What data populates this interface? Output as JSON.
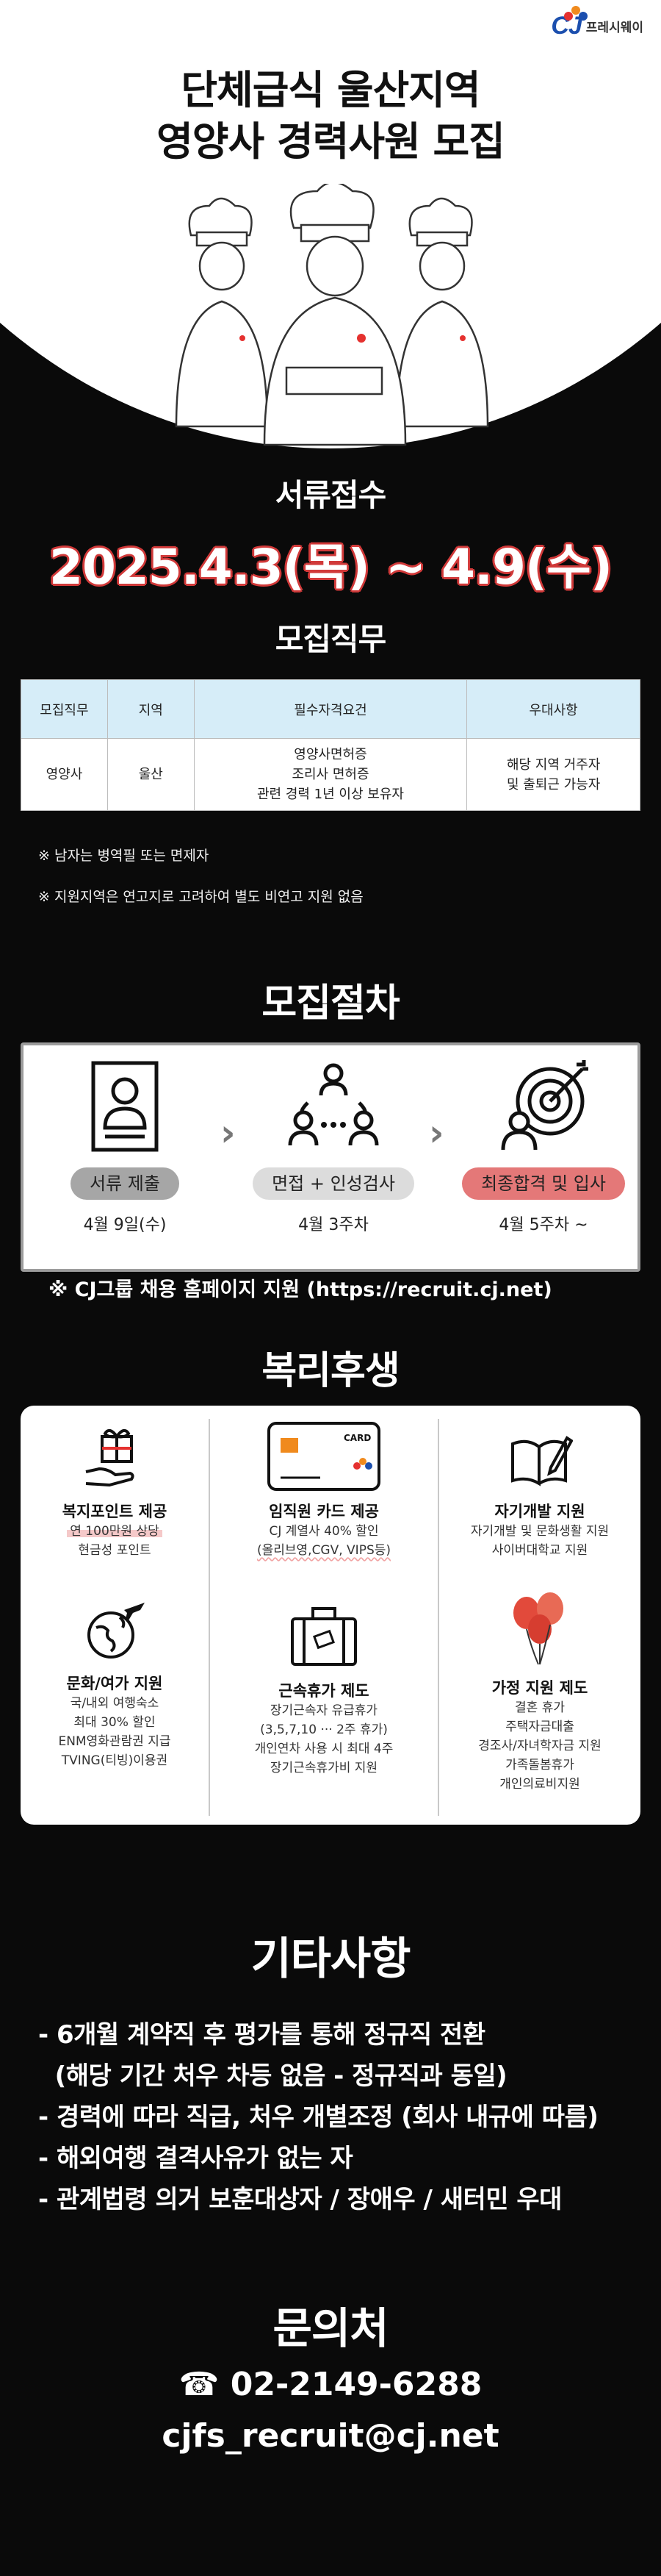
{
  "brand": {
    "logo_text": "CJ",
    "name": "프레시웨이"
  },
  "hero": {
    "title_line1": "단체급식 울산지역",
    "title_line2": "영양사 경력사원 모집"
  },
  "application": {
    "title": "서류접수",
    "period": "2025.4.3(목) ~ 4.9(수)"
  },
  "jobs": {
    "title": "모집직무",
    "headers": [
      "모집직무",
      "지역",
      "필수자격요건",
      "우대사항"
    ],
    "row": {
      "role": "영양사",
      "region": "울산",
      "requirements": [
        "영양사면허증",
        "조리사 면허증",
        "관련 경력 1년 이상 보유자"
      ],
      "preferences": [
        "해당 지역 거주자",
        "및 출퇴근 가능자"
      ]
    },
    "notes": [
      "※ 남자는 병역필 또는 면제자",
      "※ 지원지역은 연고지로 고려하여 별도 비연고 지원 없음"
    ]
  },
  "process": {
    "title": "모집절차",
    "steps": [
      {
        "label": "서류 제출",
        "date": "4월 9일(수)"
      },
      {
        "label": "면접 + 인성검사",
        "date": "4월  3주차"
      },
      {
        "label": "최종합격 및 입사",
        "date": "4월 5주차 ~"
      }
    ],
    "note": "※ CJ그룹 채용 홈페이지 지원 (https://recruit.cj.net)"
  },
  "benefits": {
    "title": "복리후생",
    "card_label": "CARD",
    "items": [
      {
        "title": "복지포인트 제공",
        "lines": [
          "연 100만원 상당",
          "현금성 포인트"
        ]
      },
      {
        "title": "임직원 카드 제공",
        "lines": [
          "CJ 계열사 40% 할인",
          "(올리브영,CGV, VIPS등)"
        ]
      },
      {
        "title": "자기개발 지원",
        "lines": [
          "자기개발 및 문화생활 지원",
          "사이버대학교 지원"
        ]
      },
      {
        "title": "문화/여가 지원",
        "lines": [
          "국/내외 여행숙소",
          "최대 30% 할인",
          "ENM영화관람권 지급",
          "TVING(티빙)이용권"
        ]
      },
      {
        "title": "근속휴가 제도",
        "lines": [
          "장기근속자 유급휴가",
          "(3,5,7,10 ··· 2주 휴가)",
          "개인연차 사용 시 최대 4주",
          "장기근속휴가비 지원"
        ]
      },
      {
        "title": "가정 지원 제도",
        "lines": [
          "결혼 휴가",
          "주택자금대출",
          "경조사/자녀학자금 지원",
          "가족돌봄휴가",
          "개인의료비지원"
        ]
      }
    ]
  },
  "etc": {
    "title": "기타사항",
    "lines": [
      "- 6개월 계약직 후 평가를 통해 정규직 전환",
      "  (해당 기간 처우 차등 없음 - 정규직과 동일)",
      "- 경력에 따라 직급, 처우 개별조정 (회사 내규에 따름)",
      "- 해외여행 결격사유가 없는 자",
      "- 관계법령 의거 보훈대상자 / 장애우 / 새터민 우대"
    ]
  },
  "contact": {
    "title": "문의처",
    "phone": "02-2149-6288",
    "email": "cjfs_recruit@cj.net"
  }
}
